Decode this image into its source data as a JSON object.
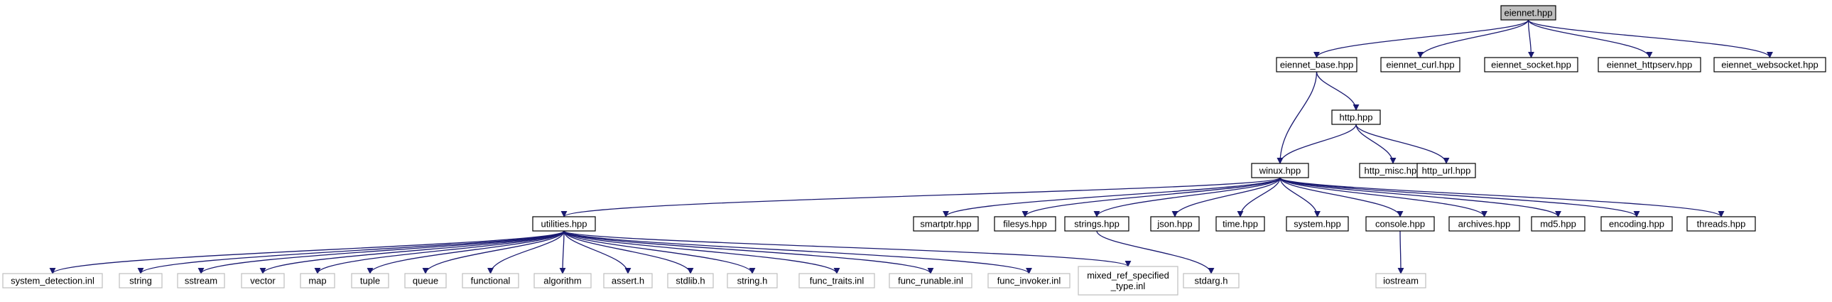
{
  "graph": {
    "root": "eiennet.hpp",
    "colors": {
      "edge": "#191970",
      "box_border_project": "#000000",
      "box_border_system": "#bfbfbf",
      "box_fill_root": "#bfbfbf",
      "box_fill_default": "#ffffff"
    },
    "nodes": [
      {
        "id": "eiennet",
        "label": "eiennet.hpp",
        "kind": "root"
      },
      {
        "id": "eiennet_base",
        "label": "eiennet_base.hpp",
        "kind": "project"
      },
      {
        "id": "eiennet_curl",
        "label": "eiennet_curl.hpp",
        "kind": "project"
      },
      {
        "id": "eiennet_socket",
        "label": "eiennet_socket.hpp",
        "kind": "project"
      },
      {
        "id": "eiennet_httpserv",
        "label": "eiennet_httpserv.hpp",
        "kind": "project"
      },
      {
        "id": "eiennet_websocket",
        "label": "eiennet_websocket.hpp",
        "kind": "project"
      },
      {
        "id": "http",
        "label": "http.hpp",
        "kind": "project"
      },
      {
        "id": "winux",
        "label": "winux.hpp",
        "kind": "project"
      },
      {
        "id": "http_misc",
        "label": "http_misc.hpp",
        "kind": "project"
      },
      {
        "id": "http_url",
        "label": "http_url.hpp",
        "kind": "project"
      },
      {
        "id": "utilities",
        "label": "utilities.hpp",
        "kind": "project"
      },
      {
        "id": "smartptr",
        "label": "smartptr.hpp",
        "kind": "project"
      },
      {
        "id": "filesys",
        "label": "filesys.hpp",
        "kind": "project"
      },
      {
        "id": "strings",
        "label": "strings.hpp",
        "kind": "project"
      },
      {
        "id": "json",
        "label": "json.hpp",
        "kind": "project"
      },
      {
        "id": "time",
        "label": "time.hpp",
        "kind": "project"
      },
      {
        "id": "system",
        "label": "system.hpp",
        "kind": "project"
      },
      {
        "id": "console",
        "label": "console.hpp",
        "kind": "project"
      },
      {
        "id": "archives",
        "label": "archives.hpp",
        "kind": "project"
      },
      {
        "id": "md5",
        "label": "md5.hpp",
        "kind": "project"
      },
      {
        "id": "encoding",
        "label": "encoding.hpp",
        "kind": "project"
      },
      {
        "id": "threads",
        "label": "threads.hpp",
        "kind": "project"
      },
      {
        "id": "system_detection",
        "label": "system_detection.inl",
        "kind": "system"
      },
      {
        "id": "string",
        "label": "string",
        "kind": "system"
      },
      {
        "id": "sstream",
        "label": "sstream",
        "kind": "system"
      },
      {
        "id": "vector",
        "label": "vector",
        "kind": "system"
      },
      {
        "id": "map",
        "label": "map",
        "kind": "system"
      },
      {
        "id": "tuple",
        "label": "tuple",
        "kind": "system"
      },
      {
        "id": "queue",
        "label": "queue",
        "kind": "system"
      },
      {
        "id": "functional",
        "label": "functional",
        "kind": "system"
      },
      {
        "id": "algorithm",
        "label": "algorithm",
        "kind": "system"
      },
      {
        "id": "assert",
        "label": "assert.h",
        "kind": "system"
      },
      {
        "id": "stdlib",
        "label": "stdlib.h",
        "kind": "system"
      },
      {
        "id": "string_h",
        "label": "string.h",
        "kind": "system"
      },
      {
        "id": "func_traits",
        "label": "func_traits.inl",
        "kind": "system"
      },
      {
        "id": "func_runable",
        "label": "func_runable.inl",
        "kind": "system"
      },
      {
        "id": "func_invoker",
        "label": "func_invoker.inl",
        "kind": "system"
      },
      {
        "id": "mixed_ref",
        "label": "mixed_ref_specified\n_type.inl",
        "kind": "system"
      },
      {
        "id": "stdarg",
        "label": "stdarg.h",
        "kind": "system"
      },
      {
        "id": "iostream",
        "label": "iostream",
        "kind": "system"
      }
    ],
    "edges": [
      [
        "eiennet",
        "eiennet_base"
      ],
      [
        "eiennet",
        "eiennet_curl"
      ],
      [
        "eiennet",
        "eiennet_socket"
      ],
      [
        "eiennet",
        "eiennet_httpserv"
      ],
      [
        "eiennet",
        "eiennet_websocket"
      ],
      [
        "eiennet_base",
        "http"
      ],
      [
        "eiennet_base",
        "winux"
      ],
      [
        "http",
        "winux"
      ],
      [
        "http",
        "http_misc"
      ],
      [
        "http",
        "http_url"
      ],
      [
        "winux",
        "utilities"
      ],
      [
        "winux",
        "smartptr"
      ],
      [
        "winux",
        "filesys"
      ],
      [
        "winux",
        "strings"
      ],
      [
        "winux",
        "json"
      ],
      [
        "winux",
        "time"
      ],
      [
        "winux",
        "system"
      ],
      [
        "winux",
        "console"
      ],
      [
        "winux",
        "archives"
      ],
      [
        "winux",
        "md5"
      ],
      [
        "winux",
        "encoding"
      ],
      [
        "winux",
        "threads"
      ],
      [
        "utilities",
        "system_detection"
      ],
      [
        "utilities",
        "string"
      ],
      [
        "utilities",
        "sstream"
      ],
      [
        "utilities",
        "vector"
      ],
      [
        "utilities",
        "map"
      ],
      [
        "utilities",
        "tuple"
      ],
      [
        "utilities",
        "queue"
      ],
      [
        "utilities",
        "functional"
      ],
      [
        "utilities",
        "algorithm"
      ],
      [
        "utilities",
        "assert"
      ],
      [
        "utilities",
        "stdlib"
      ],
      [
        "utilities",
        "string_h"
      ],
      [
        "utilities",
        "func_traits"
      ],
      [
        "utilities",
        "func_runable"
      ],
      [
        "utilities",
        "func_invoker"
      ],
      [
        "utilities",
        "mixed_ref"
      ],
      [
        "strings",
        "stdarg"
      ],
      [
        "console",
        "iostream"
      ]
    ]
  }
}
